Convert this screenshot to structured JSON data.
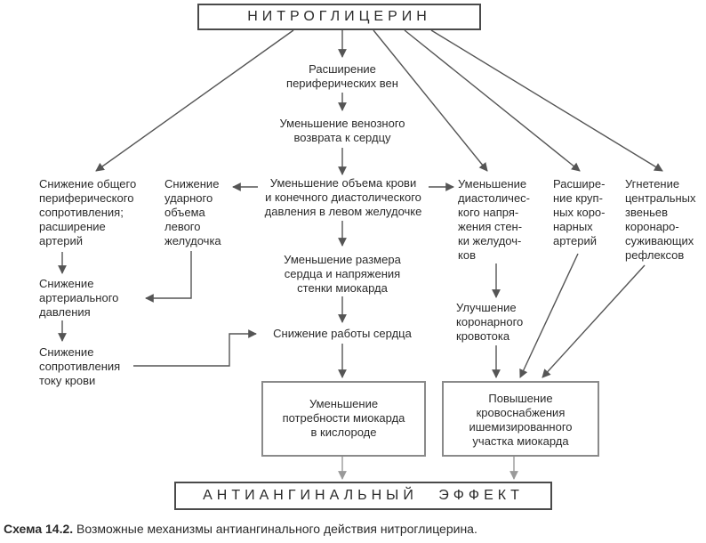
{
  "title": "НИТРОГЛИЦЕРИН",
  "effect": "АНТИАНГИНАЛЬНЫЙ ЭФФЕКТ",
  "nodes": {
    "dilation_veins": "Расширение\nпериферических вен",
    "venous_return": "Уменьшение венозного\nвозврата к сердцу",
    "blood_volume": "Уменьшение объема крови\nи конечного диастолического\nдавления в левом желудочке",
    "heart_size": "Уменьшение размера\nсердца и напряжения\nстенки миокарда",
    "heart_work": "Снижение работы сердца",
    "resistance_arteries": "Снижение общего\nпериферического\nсопротивления;\nрасширение\nартерий",
    "stroke_volume": "Снижение\nударного\nобъема\nлевого\nжелудочка",
    "arterial_pressure": "Снижение\nартериального\nдавления",
    "flow_resistance": "Снижение\nсопротивления\nтоку крови",
    "diastolic_tension": "Уменьшение\nдиастоличес-\nкого напря-\nжения стен-\nки желудоч-\nков",
    "coronary_flow": "Улучшение\nкоронарного\nкровотока",
    "large_coronary": "Расшире-\nние круп-\nных коро-\nнарных\nартерий",
    "central_reflex": "Угнетение\nцентральных\nзвеньев\nкоронаро-\nсуживающих\nрефлексов",
    "oxygen_demand": "Уменьшение\nпотребности миокарда\nв кислороде",
    "blood_supply": "Повышение\nкровоснабжения\nишемизированного\nучастка миокарда"
  },
  "caption": {
    "label": "Схема 14.2.",
    "text": "Возможные механизмы антиангинального действия нитроглицерина."
  },
  "colors": {
    "line": "#555555",
    "soft_line": "#9a9a9a",
    "text": "#2b2b2b"
  }
}
